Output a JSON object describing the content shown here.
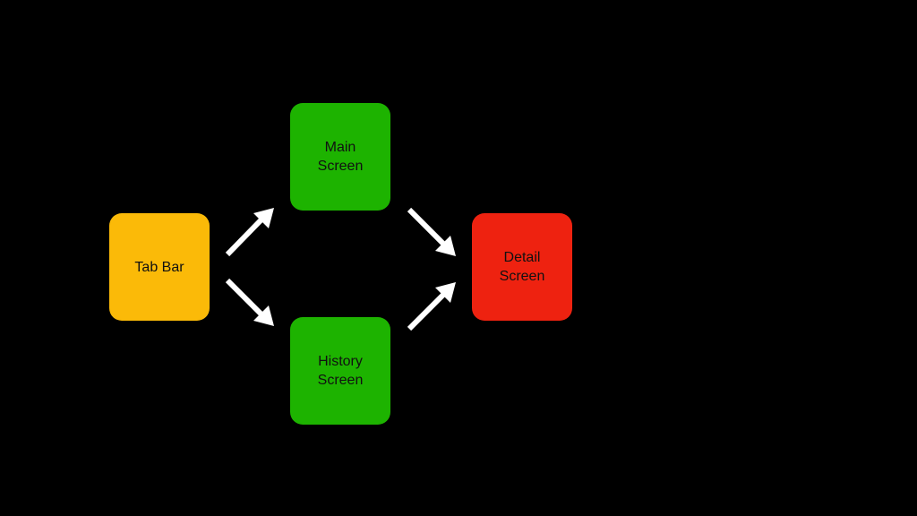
{
  "diagram": {
    "nodes": [
      {
        "id": "tab-bar",
        "label": "Tab Bar",
        "color": "#FBBA08"
      },
      {
        "id": "main-screen",
        "label": "Main\nScreen",
        "color": "#1DB300"
      },
      {
        "id": "history-screen",
        "label": "History\nScreen",
        "color": "#1DB300"
      },
      {
        "id": "detail-screen",
        "label": "Detail\nScreen",
        "color": "#EE2210"
      }
    ],
    "edges": [
      {
        "from": "tab-bar",
        "to": "main-screen"
      },
      {
        "from": "tab-bar",
        "to": "history-screen"
      },
      {
        "from": "main-screen",
        "to": "detail-screen"
      },
      {
        "from": "history-screen",
        "to": "detail-screen"
      }
    ],
    "arrow_color": "#FFFFFF",
    "background": "#000000"
  }
}
